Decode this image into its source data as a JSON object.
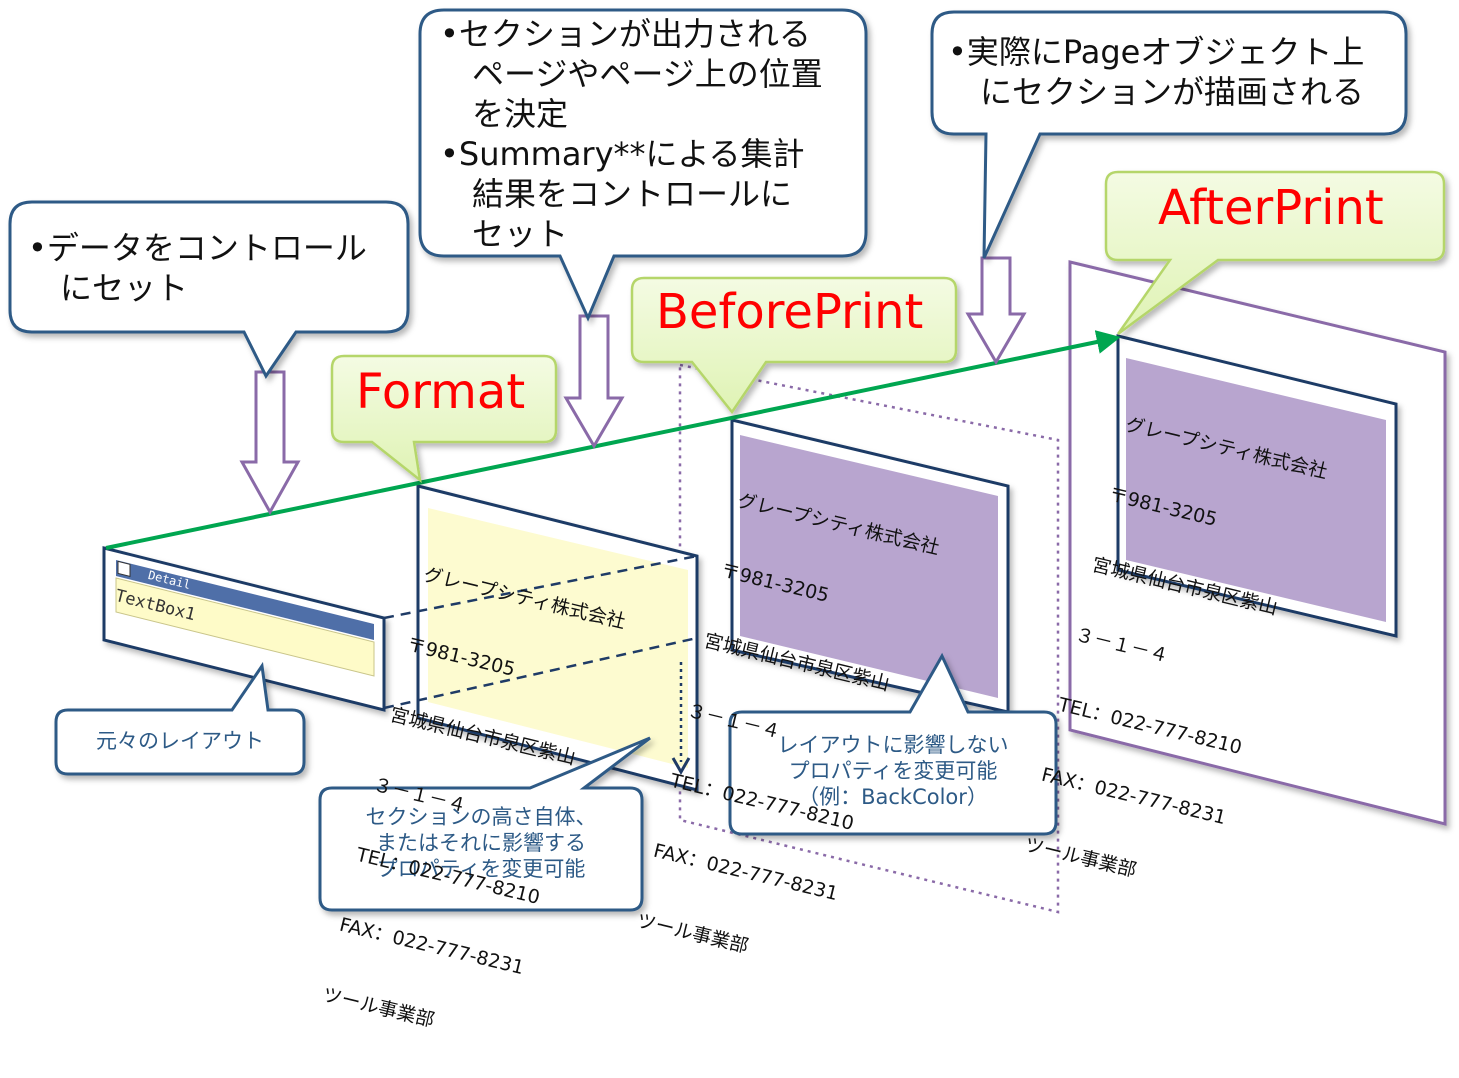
{
  "callouts": {
    "data_set": "•データをコントロール\n　にセット",
    "format_desc": [
      "•セクションが出力される",
      "　ページやページ上の位置",
      "　を決定",
      "•Summary**による集計",
      "　結果をコントロールに",
      "　セット"
    ],
    "draw_desc": [
      "•実際にPageオブジェクト上",
      "　にセクションが描画される"
    ]
  },
  "events": {
    "format": "Format",
    "before_print": "BeforePrint",
    "after_print": "AfterPrint"
  },
  "notes": {
    "original_layout": "元々のレイアウト",
    "format_note": [
      "セクションの高さ自体、",
      "またはそれに影響する",
      "プロパティを変更可能"
    ],
    "before_print_note": [
      "レイアウトに影響しない",
      "プロパティを変更可能",
      "（例：BackColor）"
    ]
  },
  "designer": {
    "section_label": "Detail",
    "textbox": "TextBox1"
  },
  "card_lines": [
    "グレープシティ株式会社",
    "〒981-3205",
    "宮城県仙台市泉区紫山",
    "３－１－４",
    "TEL：022-777-8210",
    "FAX：022-777-8231",
    "ツール事業部"
  ],
  "colors": {
    "callout_fill": "#ffffff",
    "callout_border": "#2d5a86",
    "event_fill": "#eaf8c8",
    "event_border": "#b5d66a",
    "event_text": "#ff0000",
    "arrow_line": "#00a650",
    "page_border": "#8a6aa8",
    "format_fill": "#fdfbd0",
    "purple_fill": "#b8a5cf"
  }
}
